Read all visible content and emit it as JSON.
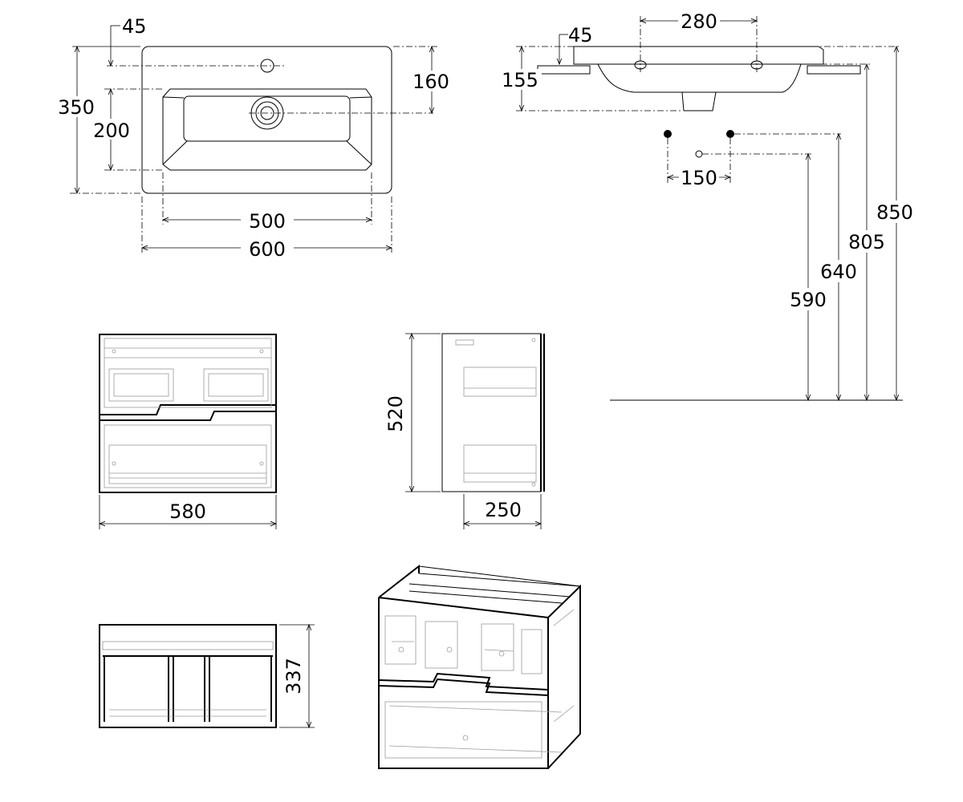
{
  "basin_top_view": {
    "dim_overall_width": "600",
    "dim_bowl_width": "500",
    "dim_depth": "350",
    "dim_bowl_depth": "200",
    "dim_tap_offset": "45",
    "dim_drain_offset": "160"
  },
  "basin_side_view": {
    "dim_hole_spacing": "280",
    "dim_rim_offset": "45",
    "dim_basin_height": "155",
    "dim_supply_spacing": "150",
    "dim_top_height": "850",
    "dim_rim_height": "805",
    "dim_supply_height": "640",
    "dim_drain_height": "590"
  },
  "cabinet_front_view": {
    "dim_width": "580"
  },
  "cabinet_side_view": {
    "dim_height": "520",
    "dim_depth": "250"
  },
  "cabinet_top_view": {
    "dim_depth": "337"
  },
  "colors": {
    "line": "#000000",
    "hidden_line": "#9a9a9a",
    "background": "#ffffff"
  }
}
